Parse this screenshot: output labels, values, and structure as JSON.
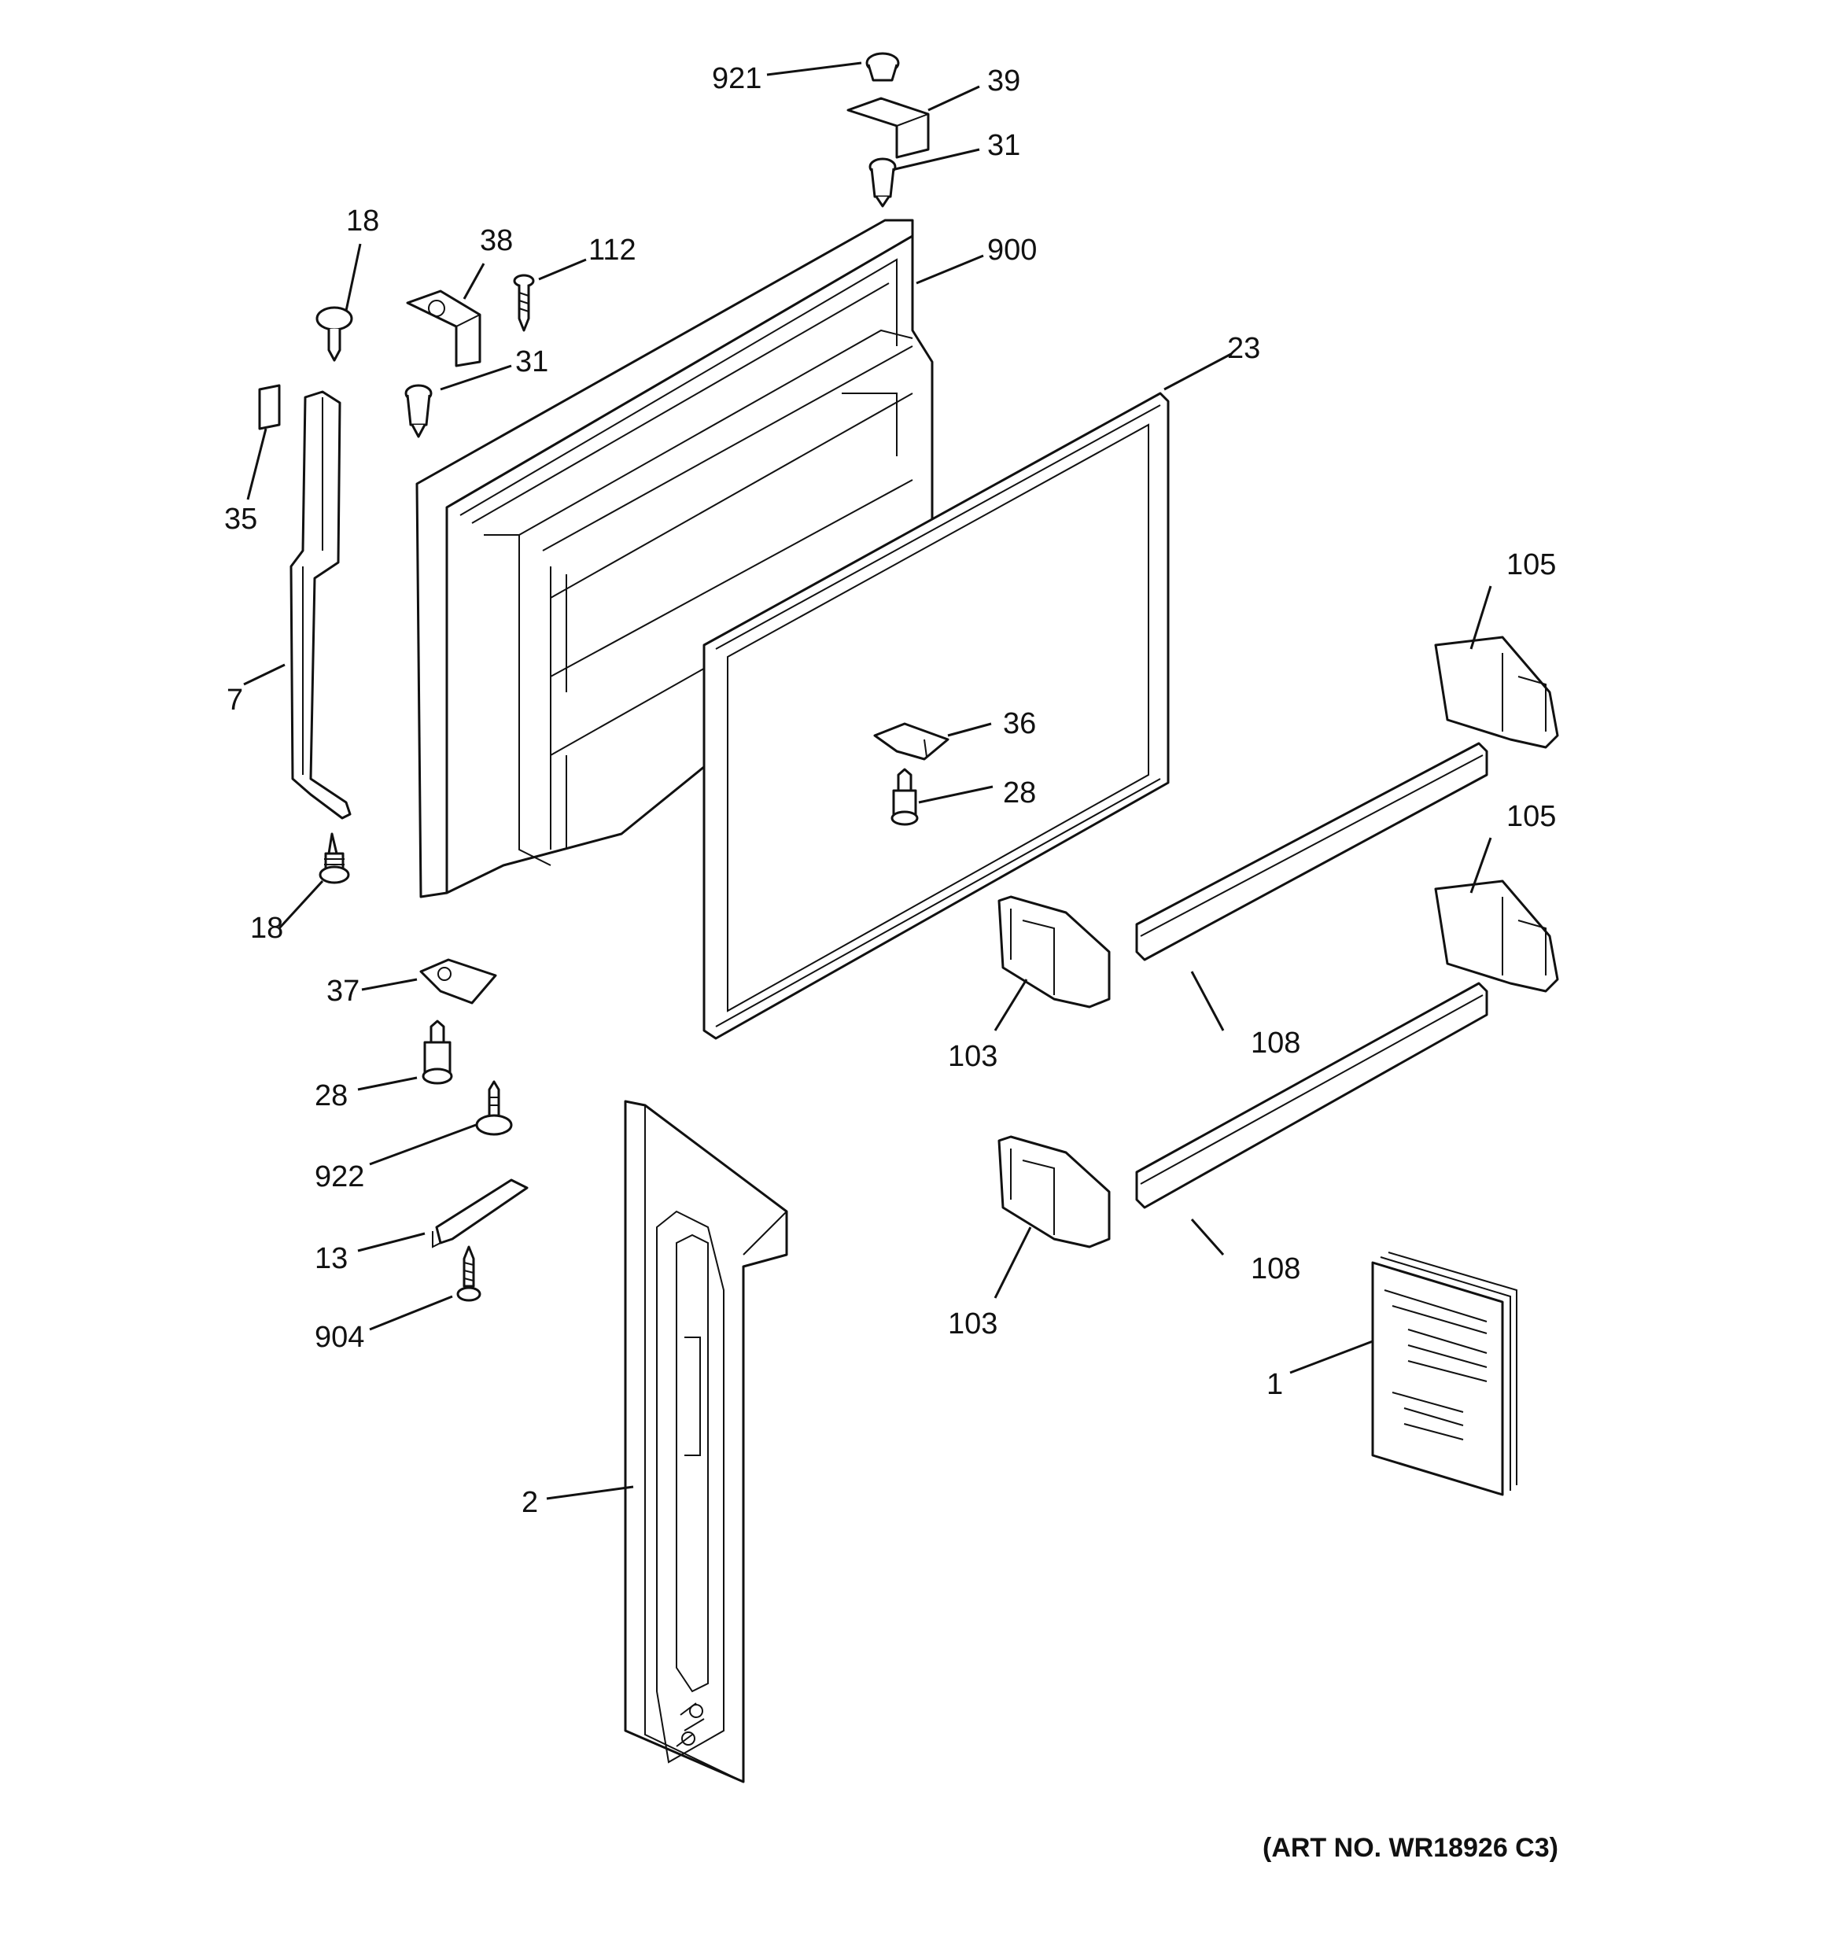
{
  "callouts": {
    "c921": "921",
    "c39": "39",
    "c31a": "31",
    "c18a": "18",
    "c38": "38",
    "c112": "112",
    "c900": "900",
    "c31b": "31",
    "c23": "23",
    "c35": "35",
    "c105a": "105",
    "c7": "7",
    "c36": "36",
    "c28a": "28",
    "c105b": "105",
    "c18b": "18",
    "c37": "37",
    "c103a": "103",
    "c108a": "108",
    "c28b": "28",
    "c922": "922",
    "c13": "13",
    "c108b": "108",
    "c103b": "103",
    "c904": "904",
    "c1": "1",
    "c2": "2"
  },
  "art_number": "(ART NO. WR18926 C3)"
}
